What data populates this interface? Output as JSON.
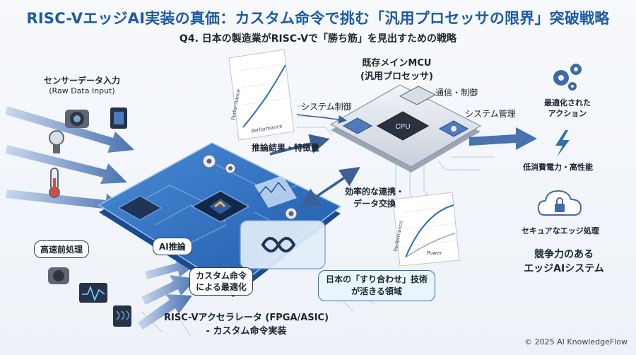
{
  "title": "RISC-VエッジAI実装の真価：カスタム命令で挑む「汎用プロセッサの限界」突破戦略",
  "subtitle": "Q4. 日本の製造業がRISC-Vで「勝ち筋」を見出すための戦略",
  "sensor": {
    "line1": "センサーデータ入力",
    "line2": "(Raw Data Input)"
  },
  "mcu": {
    "line1": "既存メインMCU",
    "line2": "(汎用プロセッサ)",
    "chip_label": "CPU",
    "comm": "通信・制御",
    "sys_mgmt": "システム管理",
    "sys_ctrl": "システム制御"
  },
  "chart_top": {
    "xlabel": "Performance",
    "ylabel": "Performance"
  },
  "chart_bottom": {
    "xlabel": "Power",
    "ylabel": "Performance"
  },
  "flows": {
    "inference_result": "推論結果・特徴量",
    "link_line1": "効率的な連携・",
    "link_line2": "データ交換"
  },
  "accel": {
    "preprocess": "高速前処理",
    "ai": "AI推論",
    "custom_line1": "カスタム命令",
    "custom_line2": "による最適化",
    "title_line1": "RISC-Vアクセラレータ (FPGA/ASIC)",
    "title_line2": "- カスタム命令実装"
  },
  "callout": {
    "line1": "日本の「すり合わせ」技術",
    "line2": "が活きる領域"
  },
  "right": {
    "optimized_line1": "最適化された",
    "optimized_line2": "アクション",
    "low_power": "低消費電力・高性能",
    "secure": "セキュアなエッジ処理",
    "result_line1": "競争力のある",
    "result_line2": "エッジAIシステム"
  },
  "colors": {
    "accent": "#1c5aa6",
    "board": "#2d6fbd",
    "arrow": "#4a72b0"
  },
  "copyright": "© 2025 AI KnowledgeFlow"
}
